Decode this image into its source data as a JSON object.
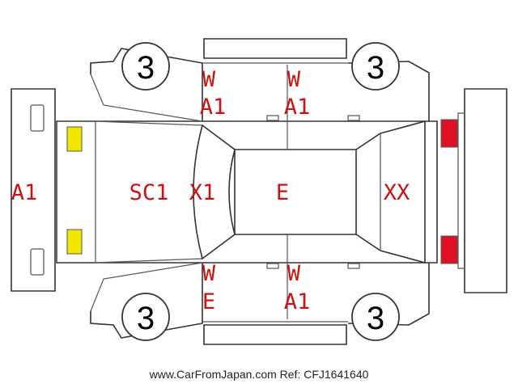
{
  "labels": {
    "front_bumper": "A1",
    "hood": "SC1",
    "windshield": "X1",
    "roof": "E",
    "rear": "XX",
    "top_left_door_1": "W",
    "top_left_door_2": "A1",
    "top_right_door_1": "W",
    "top_right_door_2": "A1",
    "bottom_left_door_1": "W",
    "bottom_left_door_2": "E",
    "bottom_right_door_1": "W",
    "bottom_right_door_2": "A1"
  },
  "tires": {
    "top_left": "3",
    "top_right": "3",
    "bottom_left": "3",
    "bottom_right": "3"
  },
  "footer": {
    "site": "www.CarFromJapan.com",
    "ref": "Ref: CFJ1641640"
  },
  "colors": {
    "label": "#cc1111",
    "headlight": "#f2e600",
    "taillight": "#dd1122",
    "outline": "#333333"
  }
}
